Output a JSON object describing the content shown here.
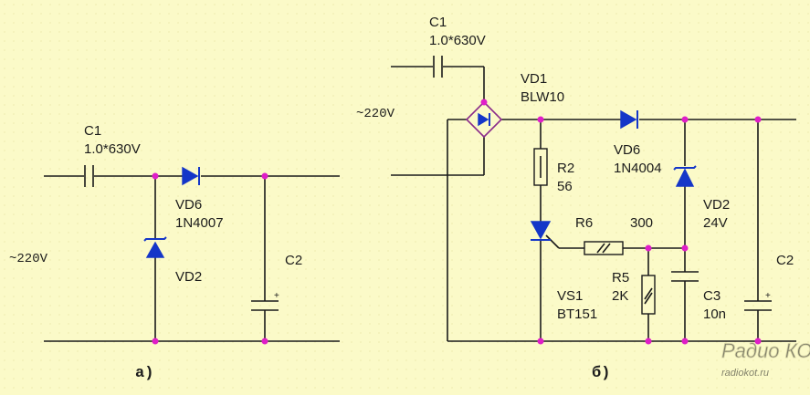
{
  "colors": {
    "background": "#fbfac8",
    "wire": "#1a1a1a",
    "node": "#e01ec8",
    "semiconductor": "#1436c8"
  },
  "circuit_a": {
    "c1_name": "C1",
    "c1_value": "1.0*630V",
    "vd6_name": "VD6",
    "vd6_value": "1N4007",
    "vd2_name": "VD2",
    "c2_name": "C2",
    "ac_input": "~220V",
    "caption": "а)"
  },
  "circuit_b": {
    "c1_name": "C1",
    "c1_value": "1.0*630V",
    "vd1_name": "VD1",
    "vd1_value": "BLW10",
    "ac_input": "~220V",
    "r2_name": "R2",
    "r2_value": "56",
    "vd6_name": "VD6",
    "vd6_value": "1N4004",
    "vd2_name": "VD2",
    "vd2_value": "24V",
    "r6_name": "R6",
    "r6_value": "300",
    "r5_name": "R5",
    "r5_value": "2K",
    "vs1_name": "VS1",
    "vs1_value": "BT151",
    "c3_name": "C3",
    "c3_value": "10n",
    "c2_name": "C2",
    "caption": "б)"
  },
  "watermark": {
    "logo": "Радио КОТ",
    "url": "radiokot.ru"
  }
}
